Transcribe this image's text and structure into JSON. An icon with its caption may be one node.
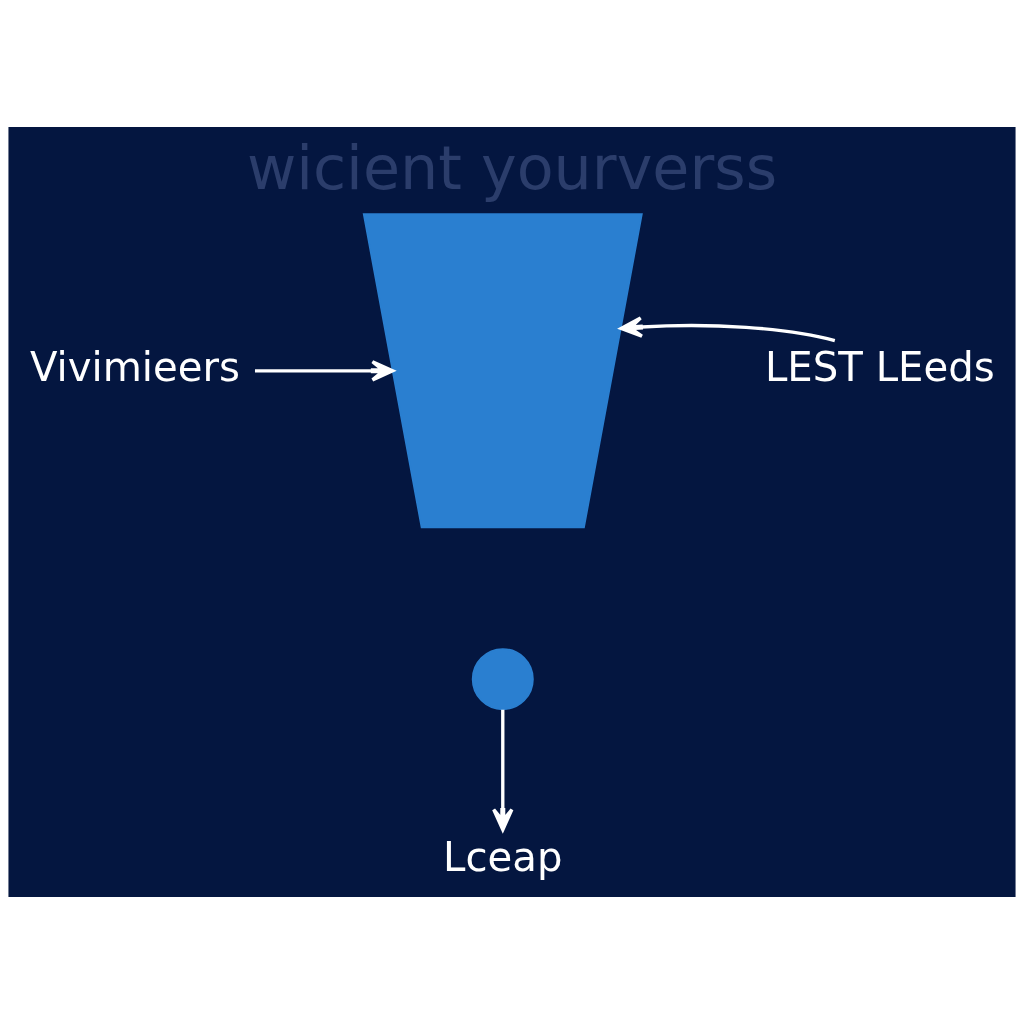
{
  "diagram": {
    "title": "wicient yourverss",
    "nodes": [
      {
        "text": [
          "Vivimieers"
        ]
      },
      {
        "text": [],
        "shape": "picture"
      },
      {
        "text": [
          "LEST LEeds"
        ]
      },
      {
        "text": [],
        "shape": "circle"
      },
      {
        "text": [
          "Lceap"
        ]
      }
    ],
    "edges": [
      {
        "from": 0,
        "to": 1,
        "arrow": "to"
      },
      {
        "from": 2,
        "to": 1,
        "arrow": "to"
      },
      {
        "from": 3,
        "to": 4,
        "arrow": "to"
      }
    ]
  }
}
